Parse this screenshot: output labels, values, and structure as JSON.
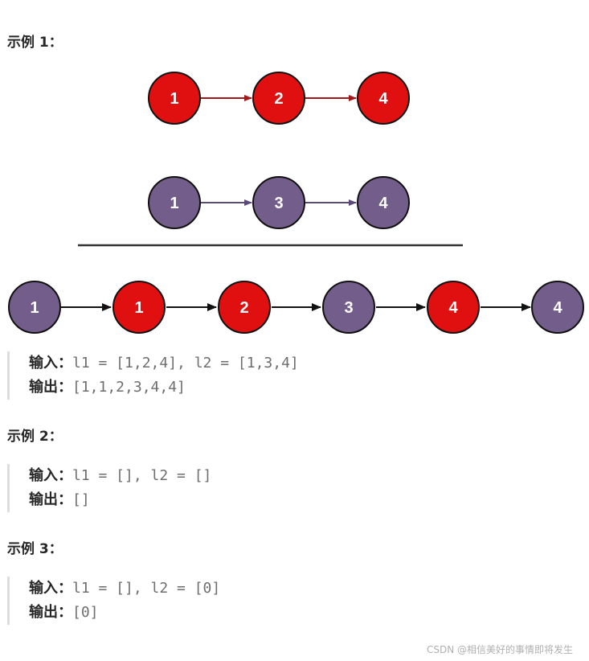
{
  "examples": [
    {
      "heading": "示例 1：",
      "input_label": "输入：",
      "input_code": "l1 = [1,2,4], l2 = [1,3,4]",
      "output_label": "输出：",
      "output_code": "[1,1,2,3,4,4]"
    },
    {
      "heading": "示例 2：",
      "input_label": "输入：",
      "input_code": "l1 = [], l2 = []",
      "output_label": "输出：",
      "output_code": "[]"
    },
    {
      "heading": "示例 3：",
      "input_label": "输入：",
      "input_code": "l1 = [], l2 = [0]",
      "output_label": "输出：",
      "output_code": "[0]"
    }
  ],
  "diagram": {
    "list1": [
      "1",
      "2",
      "4"
    ],
    "list2": [
      "1",
      "3",
      "4"
    ],
    "merged": [
      {
        "value": "1",
        "source": "list2"
      },
      {
        "value": "1",
        "source": "list1"
      },
      {
        "value": "2",
        "source": "list1"
      },
      {
        "value": "3",
        "source": "list2"
      },
      {
        "value": "4",
        "source": "list1"
      },
      {
        "value": "4",
        "source": "list2"
      }
    ],
    "colors": {
      "list1_fill": "#e01010",
      "list2_fill": "#735d8a",
      "list1_arrow": "#a01818",
      "list2_arrow": "#5a4a78",
      "merged_arrow": "#111111",
      "divider": "#333333"
    }
  },
  "watermark": "CSDN @相信美好的事情即将发生"
}
